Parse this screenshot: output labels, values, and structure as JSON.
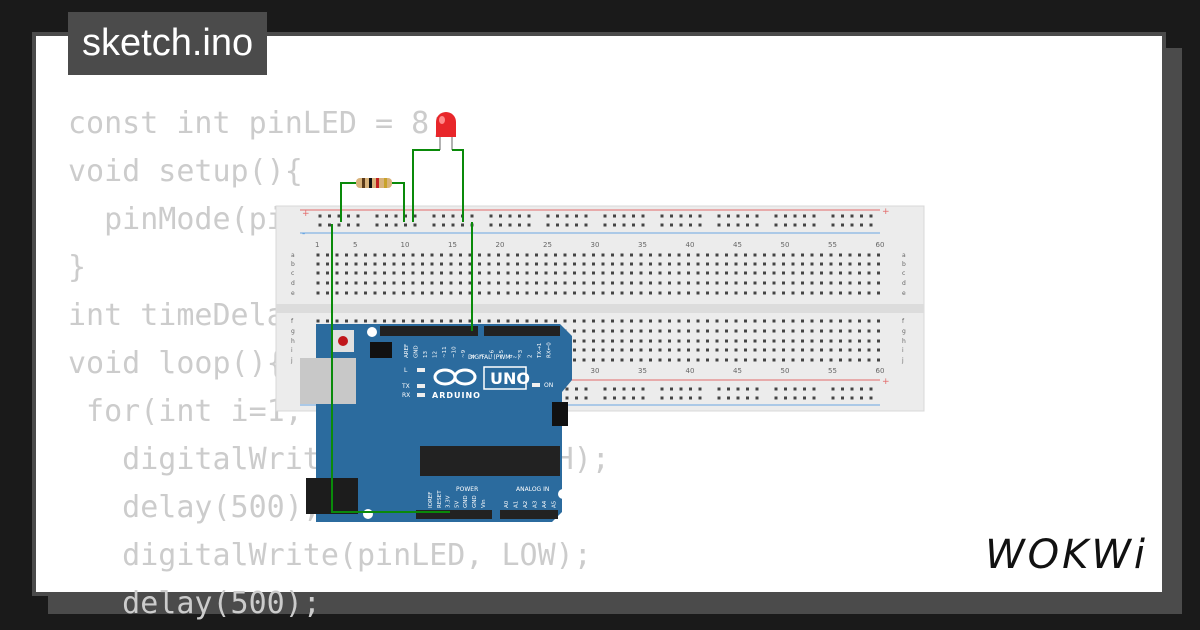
{
  "file_tab": "sketch.ino",
  "code_lines": [
    "const int pinLED = 8;",
    "void setup(){",
    "  pinMode(pinLED, OUTPUT);",
    "}",
    "int timeDelay = 500;",
    "void loop(){",
    " for(int i=1; i<=10; i++){",
    "   digitalWrite(pinLED, HIGH);",
    "   delay(500);",
    "   digitalWrite(pinLED, LOW);",
    "   delay(500);"
  ],
  "logo": "WOKWi",
  "board": {
    "model": "UNO",
    "brand": "ARDUINO",
    "digital_label": "DIGITAL (PWM ~)",
    "power_label": "POWER",
    "analog_label": "ANALOG IN",
    "on_label": "ON",
    "l_label": "L",
    "tx_label": "TX",
    "rx_label": "RX",
    "top_pin_labels": [
      "AREF",
      "GND",
      "13",
      "12",
      "~11",
      "~10",
      "~9",
      "8",
      "7",
      "~6",
      "~5",
      "4",
      "~3",
      "2",
      "TX→1",
      "RX←0"
    ],
    "power_pin_labels": [
      "IOREF",
      "RESET",
      "3.3V",
      "5V",
      "GND",
      "GND",
      "Vin"
    ],
    "analog_pin_labels": [
      "A0",
      "A1",
      "A2",
      "A3",
      "A4",
      "A5"
    ]
  },
  "breadboard": {
    "column_numbers": [
      "1",
      "5",
      "10",
      "15",
      "20",
      "25",
      "30",
      "35",
      "40",
      "45",
      "50",
      "55",
      "60"
    ],
    "rows_top": [
      "a",
      "b",
      "c",
      "d",
      "e"
    ],
    "rows_bottom": [
      "f",
      "g",
      "h",
      "i",
      "j"
    ],
    "rail_plus": "+",
    "rail_minus": "-"
  },
  "colors": {
    "board_blue": "#2b6b9e",
    "wire_green": "#0a8a0a",
    "led_red": "#e8262a",
    "breadboard": "#ececec"
  }
}
